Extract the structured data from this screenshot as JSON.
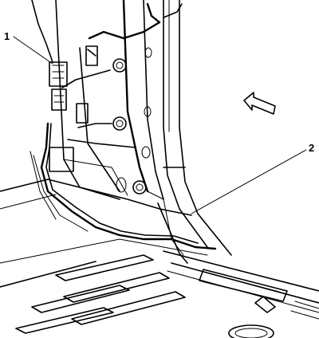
{
  "callouts": [
    {
      "id": "1",
      "label": "1"
    },
    {
      "id": "2",
      "label": "2"
    }
  ],
  "icons": {
    "direction_arrow": "forward-arrow-icon"
  }
}
